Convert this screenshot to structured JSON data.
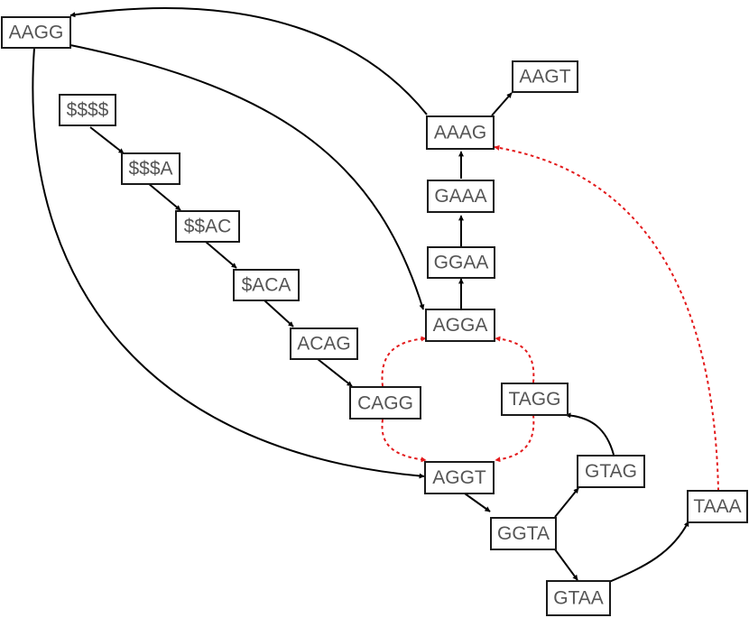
{
  "nodes": {
    "aagg": "AAGG",
    "d4": "$$$$",
    "d3a": "$$$A",
    "d2ac": "$$AC",
    "d1aca": "$ACA",
    "acag": "ACAG",
    "cagg": "CAGG",
    "aagt": "AAGT",
    "aaag": "AAAG",
    "gaaa": "GAAA",
    "ggaa": "GGAA",
    "agga": "AGGA",
    "tagg": "TAGG",
    "aggt": "AGGT",
    "gtag": "GTAG",
    "ggta": "GGTA",
    "taaa": "TAAA",
    "gtaa": "GTAA"
  },
  "colors": {
    "edge": "#000000",
    "dashed_edge": "#e31a1c",
    "node_border": "#1a1a1a",
    "label_text": "#555555"
  }
}
